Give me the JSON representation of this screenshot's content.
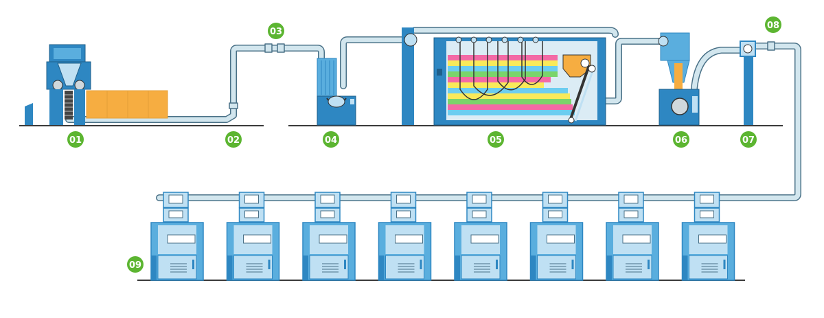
{
  "stations": [
    {
      "id": "bale-opener",
      "label": "01"
    },
    {
      "id": "pipe-fan",
      "label": "02"
    },
    {
      "id": "duct-junction",
      "label": "03"
    },
    {
      "id": "cleaner",
      "label": "04"
    },
    {
      "id": "blending-mixer",
      "label": "05"
    },
    {
      "id": "fine-opener",
      "label": "06"
    },
    {
      "id": "transport-fan",
      "label": "07"
    },
    {
      "id": "distribution-fan",
      "label": "08"
    },
    {
      "id": "carding-machines",
      "label": "09"
    }
  ],
  "carding_machine_count": 8,
  "colors": {
    "machine_dark": "#2e87c2",
    "machine_mid": "#5aaede",
    "machine_light": "#bfe0f3",
    "pipe_fill": "#d2e6ee",
    "pipe_stroke": "#4a7187",
    "floor": "#3a3a3a",
    "badge": "#5cb531",
    "cotton": "#f6ad41",
    "blend_stripes": [
      "#f36aa6",
      "#f9ea5a",
      "#6ccdf0",
      "#7ad46b",
      "#f6ad41"
    ]
  }
}
